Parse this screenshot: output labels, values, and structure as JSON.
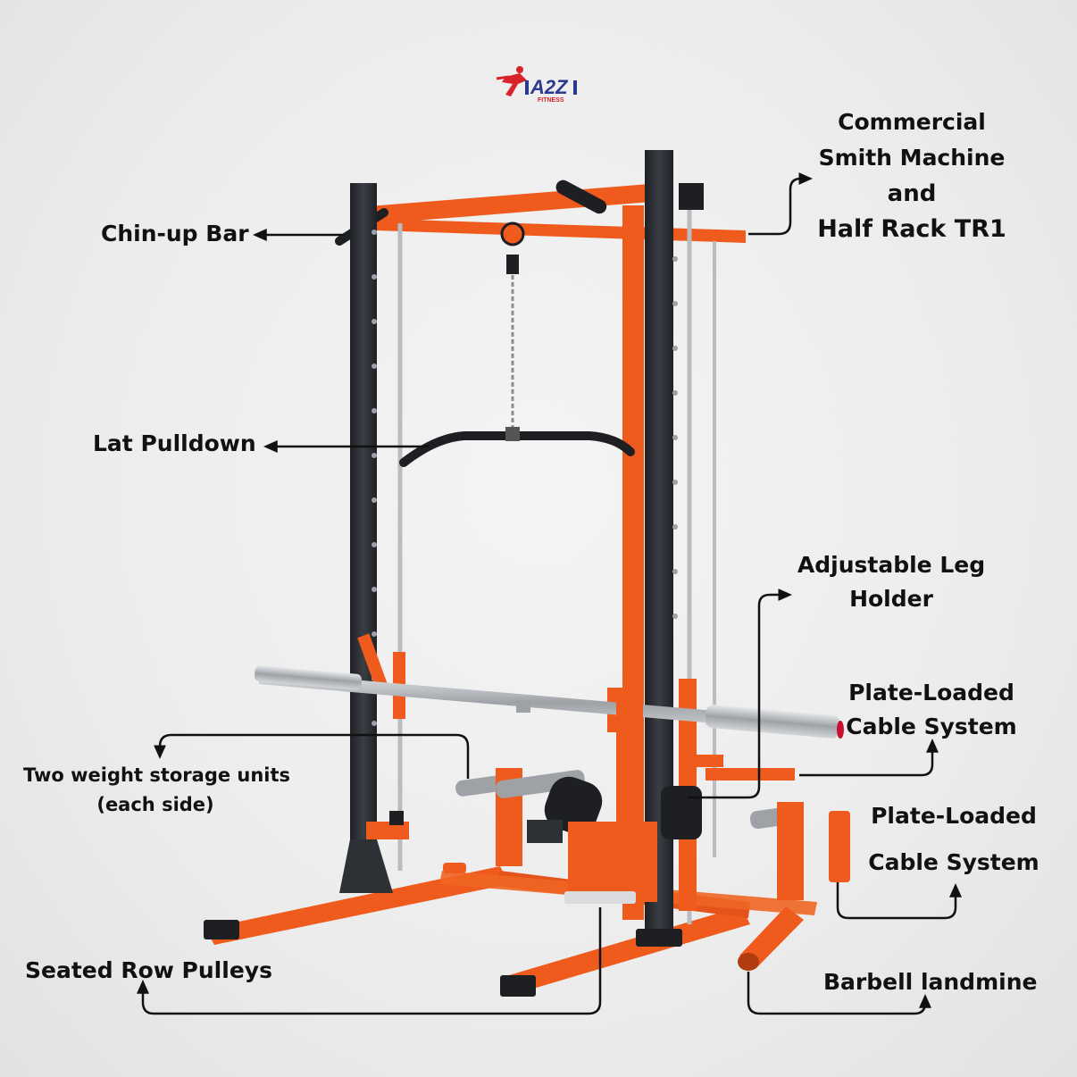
{
  "logo": {
    "brand": "A2Z",
    "sub": "FITNESS",
    "brand_color": "#2a3a8f",
    "accent_color": "#d8232a"
  },
  "colors": {
    "frame": "#ef5a1d",
    "upright": "#2d3035",
    "steel": "#b9bcc0",
    "text": "#111111",
    "background": "#ececec"
  },
  "labels": {
    "commercial": [
      "Commercial",
      "Smith Machine",
      "and",
      "Half Rack TR1"
    ],
    "chin_up": "Chin-up Bar",
    "lat_pulldown": "Lat Pulldown",
    "leg_holder": [
      "Adjustable Leg",
      "Holder"
    ],
    "plate_loaded_1": [
      "Plate-Loaded",
      "Cable System"
    ],
    "plate_loaded_2": [
      "Plate-Loaded",
      "Cable System"
    ],
    "weight_storage": [
      "Two weight storage units",
      "(each side)"
    ],
    "seated_row": "Seated Row Pulleys",
    "landmine": "Barbell landmine"
  }
}
